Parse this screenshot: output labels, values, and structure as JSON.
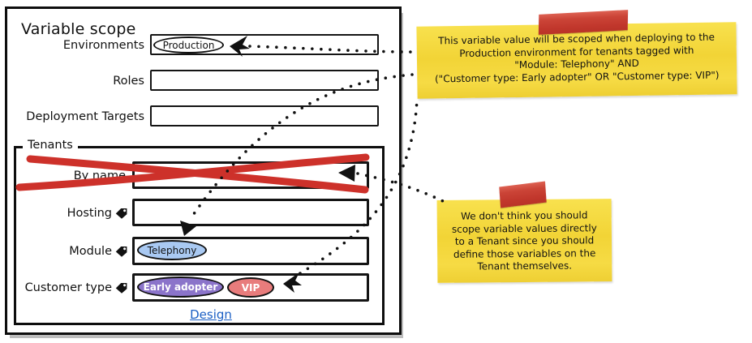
{
  "window": {
    "title": "Variable scope",
    "rows": [
      {
        "label": "Environments"
      },
      {
        "label": "Roles"
      },
      {
        "label": "Deployment Targets"
      }
    ]
  },
  "tenants": {
    "legend": "Tenants",
    "rows": [
      {
        "label": "By name"
      },
      {
        "label": "Hosting"
      },
      {
        "label": "Module"
      },
      {
        "label": "Customer type"
      }
    ],
    "design_link": "Design"
  },
  "chips": {
    "production": {
      "label": "Production",
      "fill": "#ffffff",
      "text_color": "#000000"
    },
    "telephony": {
      "label": "Telephony",
      "fill": "#a9c9f2",
      "text_color": "#000000"
    },
    "early_adopter": {
      "label": "Early adopter",
      "fill": "#8b74ca",
      "text_color": "#ffffff"
    },
    "vip": {
      "label": "VIP",
      "fill": "#e87c7c",
      "text_color": "#ffffff"
    }
  },
  "notes": {
    "scoping": {
      "text": "This variable value will be scoped when deploying to the\nProduction environment for tenants tagged with\n\"Module: Telephony\" AND\n(\"Customer type: Early adopter\" OR \"Customer type: VIP\")"
    },
    "tenant_warning": {
      "text": "We don't think you should\nscope variable values directly\nto a Tenant since you should\ndefine those variables on the\nTenant themselves."
    }
  },
  "colors": {
    "sticky_note": "#f4d73d",
    "tape": "#c8392e",
    "cross_out": "#cd312a",
    "link": "#1b5fc4"
  }
}
